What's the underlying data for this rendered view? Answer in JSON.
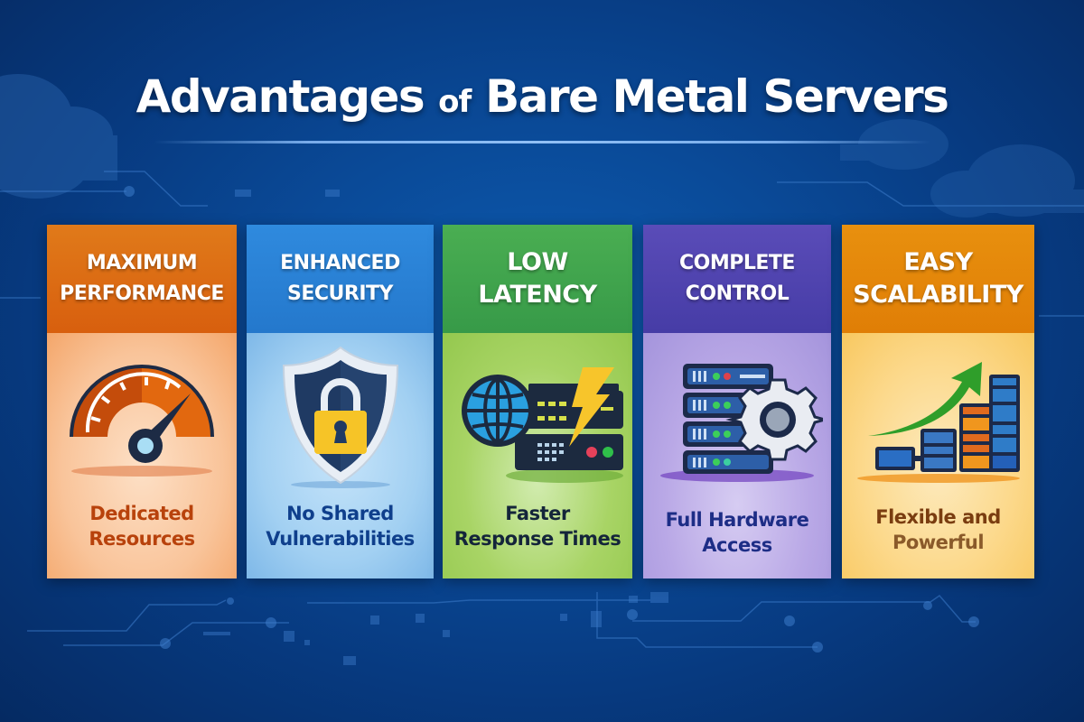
{
  "header": {
    "title_part1": "Advantages",
    "title_part2": "of",
    "title_part3": "Bare Metal Servers"
  },
  "cards": [
    {
      "id": "maximum-performance",
      "heading_line1": "MAXIMUM",
      "heading_line2": "PERFORMANCE",
      "icon": "speedometer-icon",
      "caption_line1": "Dedicated",
      "caption_line2": "Resources",
      "header_color": "#e06a12",
      "body_color": "#f8c39a",
      "caption_color": "#b8420c"
    },
    {
      "id": "enhanced-security",
      "heading_line1": "ENHANCED",
      "heading_line2": "SECURITY",
      "icon": "shield-lock-icon",
      "caption_line1": "No Shared",
      "caption_line2": "Vulnerabilities",
      "header_color": "#2b83d6",
      "body_color": "#9fcdf0",
      "caption_color": "#0f3f8c"
    },
    {
      "id": "low-latency",
      "heading_line1": "LOW",
      "heading_line2": "LATENCY",
      "icon": "globe-server-lightning-icon",
      "caption_line1": "Faster",
      "caption_line2": "Response Times",
      "header_color": "#3ea64e",
      "body_color": "#a6d463",
      "caption_color": "#14253a"
    },
    {
      "id": "complete-control",
      "heading_line1": "COMPLETE",
      "heading_line2": "CONTROL",
      "icon": "server-gear-icon",
      "caption_line1": "Full Hardware",
      "caption_line2": "Access",
      "header_color": "#5346b0",
      "body_color": "#b6a6e4",
      "caption_color": "#1d2d86"
    },
    {
      "id": "easy-scalability",
      "heading_line1": "EASY",
      "heading_line2": "SCALABILITY",
      "icon": "growth-chart-icon",
      "caption_line1": "Flexible and",
      "caption_line2": "Powerful",
      "header_color": "#e58a0a",
      "body_color": "#fbd98e",
      "caption_color": "#7a3d10"
    }
  ],
  "colors": {
    "background_center": "#0d5bb0",
    "background_edge": "#052a62",
    "title_text": "#ffffff"
  }
}
